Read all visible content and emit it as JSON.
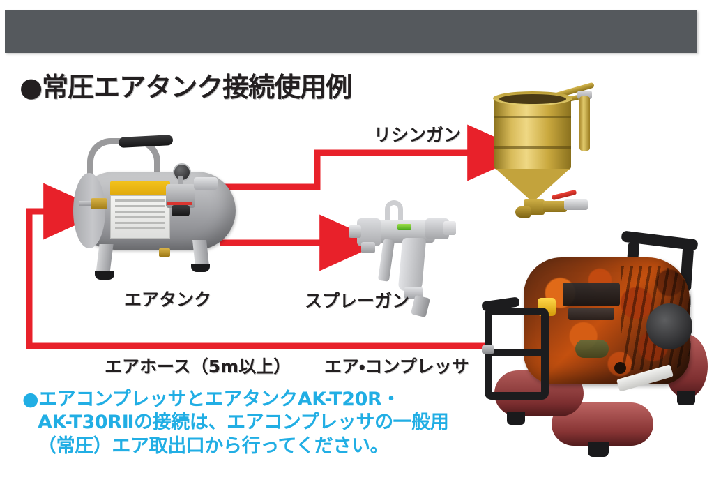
{
  "header": {
    "bar_color": "#55595D"
  },
  "heading": {
    "bullet": "●",
    "text": "●常圧エアタンク接続使用例"
  },
  "diagram": {
    "flow_color": "#E8212A",
    "labels": {
      "rishin_gun": "リシンガン",
      "air_tank": "エアタンク",
      "spray_gun": "スプレーガン",
      "air_hose": "エアホース（5m以上）",
      "air_compressor": "エア・コンプレッサ"
    },
    "products": {
      "air_tank_name": "エアタンク",
      "spray_gun_name": "スプレーガン",
      "rishin_gun_name": "リシンガン",
      "compressor_name": "エア・コンプレッサ"
    }
  },
  "note": {
    "bullet": "●",
    "text_color": "#21AEE4",
    "lines": [
      "●エアコンプレッサとエアタンクAK-T20R・",
      "AK-T30RⅡの接続は、エアコンプレッサの一般用",
      "（常圧）エア取出口から行ってください。"
    ]
  }
}
